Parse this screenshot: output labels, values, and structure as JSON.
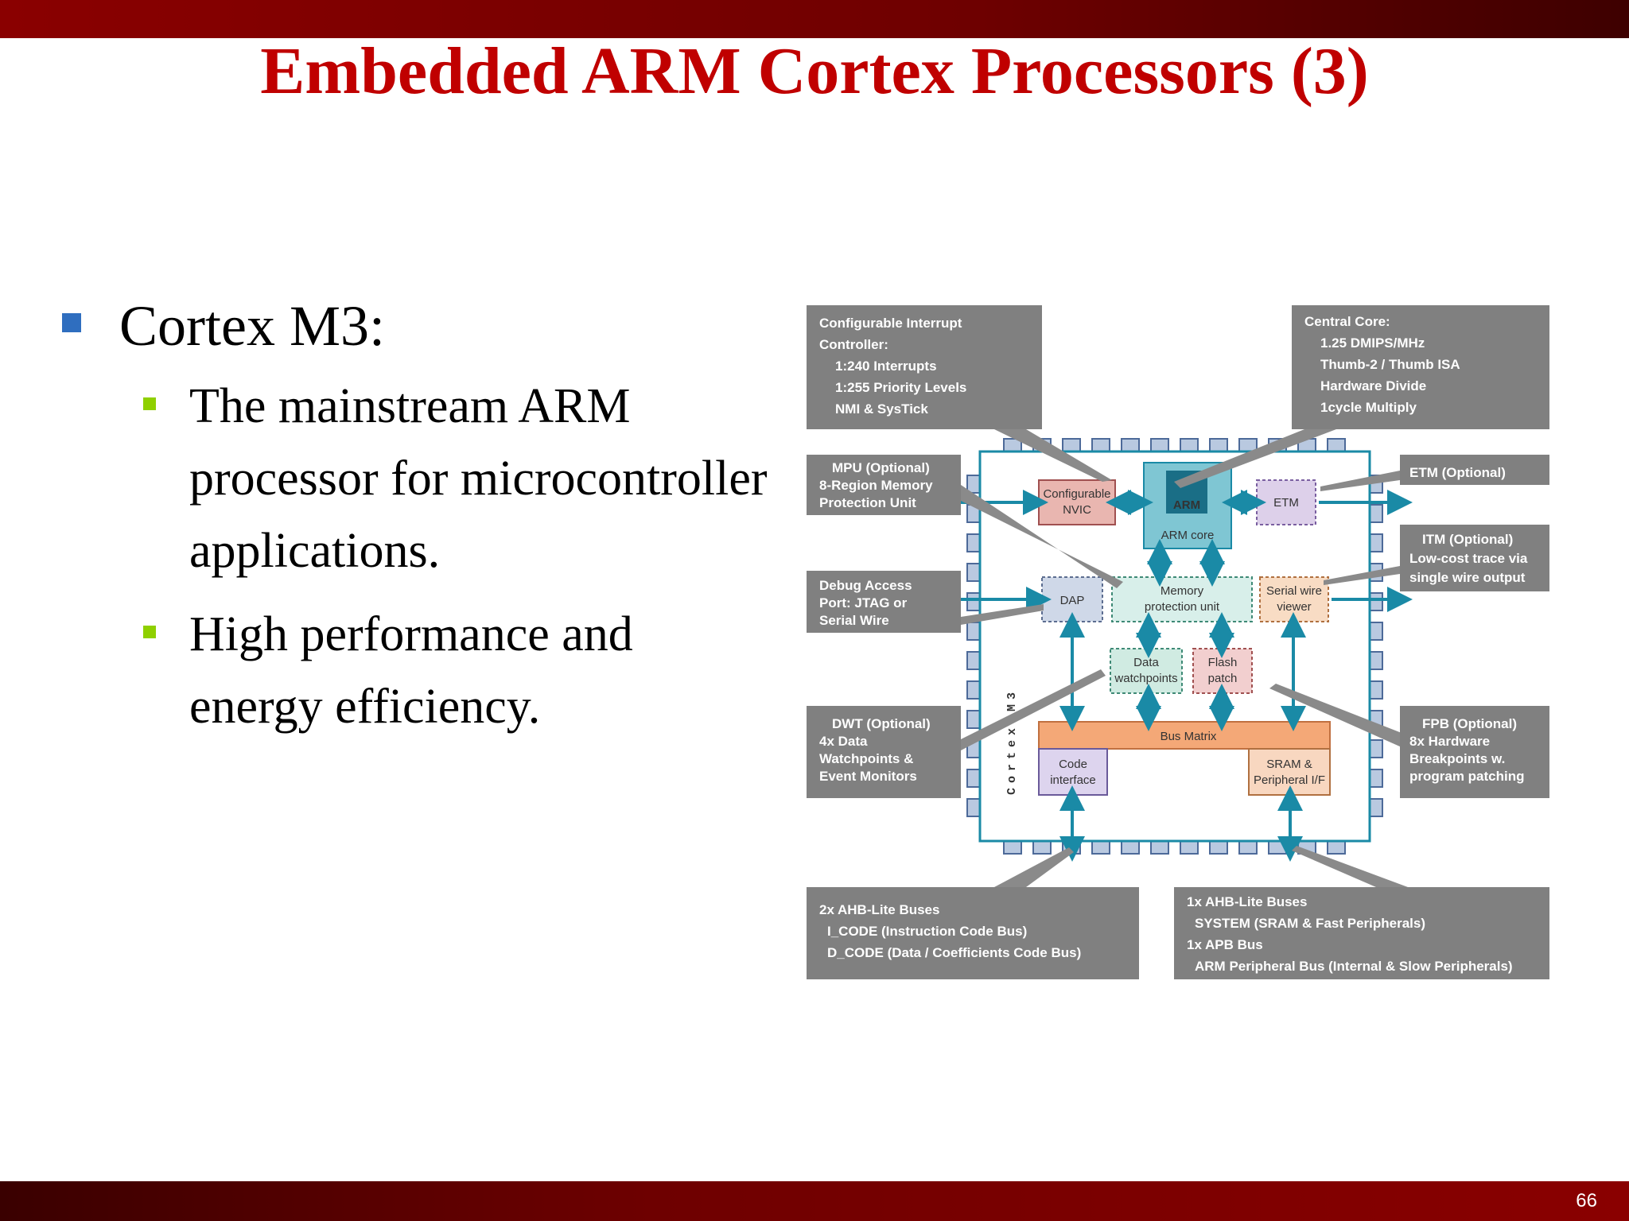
{
  "slide": {
    "title": "Embedded ARM Cortex Processors (3)",
    "page_number": "66"
  },
  "bullets": {
    "main": "Cortex M3:",
    "sub1": "The mainstream ARM processor for microcontroller applications.",
    "sub2": "High performance and energy efficiency."
  },
  "diagram": {
    "chip_label": "Cortex-M3",
    "arm_logo": "ARM",
    "blocks": {
      "nvic": [
        "Configurable",
        "NVIC"
      ],
      "arm_core": "ARM core",
      "etm": "ETM",
      "dap": "DAP",
      "mpu": [
        "Memory",
        "protection unit"
      ],
      "swv": [
        "Serial wire",
        "viewer"
      ],
      "dwt": [
        "Data",
        "watchpoints"
      ],
      "fpb": [
        "Flash",
        "patch"
      ],
      "bus_matrix": "Bus Matrix",
      "code_if": [
        "Code",
        "interface"
      ],
      "sram_if": [
        "SRAM &",
        "Peripheral I/F"
      ]
    },
    "callouts": {
      "interrupt": [
        "Configurable Interrupt",
        "Controller:",
        "1:240 Interrupts",
        "1:255 Priority Levels",
        "NMI & SysTick"
      ],
      "core": [
        "Central Core:",
        "1.25 DMIPS/MHz",
        "Thumb-2 / Thumb ISA",
        "Hardware Divide",
        "1cycle Multiply"
      ],
      "mpu": [
        "MPU (Optional)",
        "8-Region Memory",
        "Protection Unit"
      ],
      "etm": [
        "ETM (Optional)"
      ],
      "itm": [
        "ITM (Optional)",
        "Low-cost trace via",
        "single wire output"
      ],
      "debug": [
        "Debug Access",
        "Port: JTAG or",
        "Serial Wire"
      ],
      "dwt": [
        "DWT (Optional)",
        "4x Data",
        "Watchpoints &",
        "Event Monitors"
      ],
      "fpb": [
        "FPB (Optional)",
        "8x Hardware",
        "Breakpoints w.",
        "program patching"
      ],
      "ahb2": [
        "2x AHB-Lite Buses",
        "I_CODE (Instruction Code Bus)",
        "D_CODE (Data / Coefficients Code Bus)"
      ],
      "ahb1": [
        "1x AHB-Lite Buses",
        "SYSTEM (SRAM & Fast Peripherals)",
        "1x APB Bus",
        "ARM Peripheral Bus (Internal & Slow Peripherals)"
      ]
    }
  }
}
